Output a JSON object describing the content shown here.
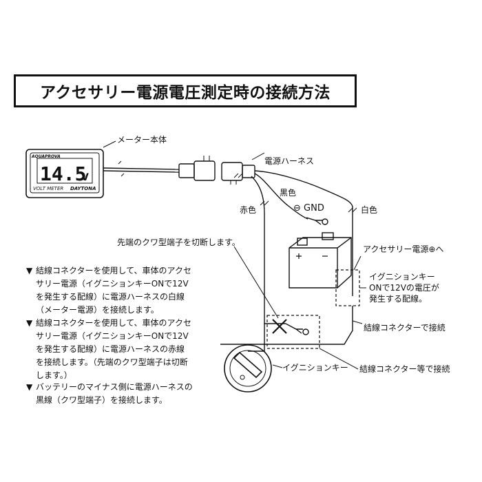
{
  "title": "アクセサリー電源電圧測定時の接続方法",
  "meter": {
    "brand": "AQUAPROVA",
    "reading": "14.5",
    "unit": "V",
    "label": "VOLT METER",
    "maker": "DAYTONA"
  },
  "labels": {
    "meter_body": "メーター本体",
    "harness": "電源ハーネス",
    "black": "黒色",
    "gnd": "⊖ GND",
    "red": "赤色",
    "white": "白色",
    "cut": "先端のクワ型端子を切断します。",
    "acc_to": "アクセサリー電源⊕へ",
    "ign_line1": "イグニションキー",
    "ign_line2": "ONで12Vの電圧が",
    "ign_line3": "発生する配線。",
    "connector1": "結線コネクターで接続",
    "ignition": "イグニションキー",
    "connector2": "結線コネクター等で接続"
  },
  "instructions": [
    {
      "bullet": "▼",
      "lines": [
        "結線コネクターを使用して、車体のアクセ",
        "サリー電源（イグニションキーONで12V",
        "を発生する配線）に電源ハーネスの白線",
        "（メーター電源）を接続します。"
      ]
    },
    {
      "bullet": "▼",
      "lines": [
        "結線コネクターを使用して、車体のアクセ",
        "サリー電源（イグニションキーONで12V",
        "を発生する配線）に電源ハーネスの赤線",
        "を接続します。（先端のクワ型端子は切断",
        "します。）"
      ]
    },
    {
      "bullet": "▼",
      "lines": [
        "バッテリーのマイナス側に電源ハーネスの",
        "黒線（クワ型端子）を接続します。"
      ]
    }
  ]
}
